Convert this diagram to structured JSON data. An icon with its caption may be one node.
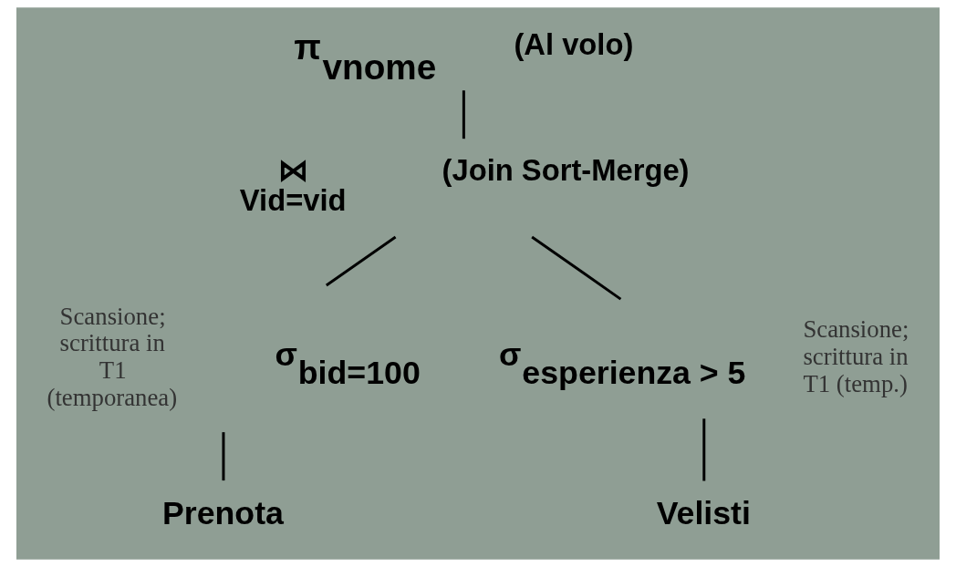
{
  "diagram": {
    "nodes": [
      {
        "text": [
          "π$_{vnome}$"
        ],
        "beside": [
          "(Al volo)"
        ]
      },
      {
        "text": [
          "⋈",
          "Vid=vid"
        ],
        "beside": [
          "(Join Sort-Merge)"
        ]
      },
      {
        "text": [
          "σ$_{bid=100}$"
        ],
        "beside": [
          "Scansione; scrittura in T1 (temporanea)"
        ]
      },
      {
        "text": [
          "σ$_{esperienza > 5}$"
        ],
        "beside": [
          "Scansione; scrittura in T1 (temp.)"
        ]
      },
      {
        "text": [
          "Prenota"
        ]
      },
      {
        "text": [
          "Velisti"
        ]
      }
    ],
    "edges": [
      {
        "from": 0,
        "to": 1,
        "arrow": "none"
      },
      {
        "from": 1,
        "to": 2,
        "arrow": "none"
      },
      {
        "from": 1,
        "to": 3,
        "arrow": "none"
      },
      {
        "from": 2,
        "to": 4,
        "arrow": "none"
      },
      {
        "from": 3,
        "to": 5,
        "arrow": "none"
      }
    ]
  }
}
